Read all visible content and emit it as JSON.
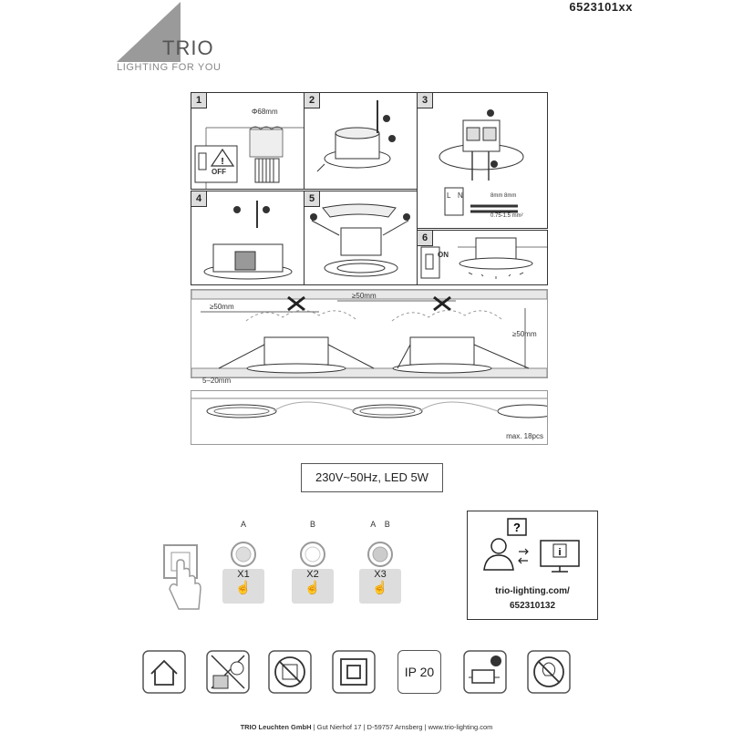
{
  "header": {
    "product_code": "6523101xx",
    "brand": "TRIO",
    "tagline": "LIGHTING FOR YOU"
  },
  "steps": [
    {
      "number": "1",
      "dimension": "Φ68mm",
      "switch_label": "OFF"
    },
    {
      "number": "2"
    },
    {
      "number": "3",
      "wire_terminal_L": "L",
      "wire_terminal_N": "N",
      "strip_length": "8mm 8mm",
      "wire_gauge": "0.75-1.5 mm²"
    },
    {
      "number": "4"
    },
    {
      "number": "5"
    },
    {
      "number": "6",
      "switch_label": "ON"
    }
  ],
  "clearance": {
    "left_gap": "≥50mm",
    "middle_gap": "≥50mm",
    "right_gap": "≥50mm",
    "ceiling_thickness": "5–20mm"
  },
  "chain": {
    "max_label": "max. 18pcs"
  },
  "spec": {
    "text": "230V~50Hz, LED 5W"
  },
  "modes": [
    {
      "tags": [
        "A"
      ],
      "label": "X1"
    },
    {
      "tags": [
        "B"
      ],
      "label": "X2"
    },
    {
      "tags": [
        "A",
        "B"
      ],
      "label": "X3"
    }
  ],
  "support": {
    "url_line1": "trio-lighting.com/",
    "url_line2": "652310132"
  },
  "symbols": {
    "ip_rating": "IP 20"
  },
  "footer": {
    "company": "TRIO Leuchten GmbH",
    "street": "Gut Nierhof 17",
    "city": "D-59757 Arnsberg",
    "website": "www.trio-lighting.com"
  }
}
